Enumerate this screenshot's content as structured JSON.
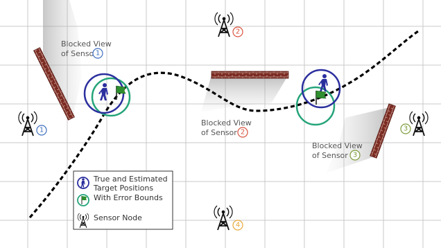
{
  "colors": {
    "grid": "#c9c9c9",
    "path": "#000000",
    "wall": "#7a2a20",
    "brick_line": "#caa39c",
    "true_pos": "#2b2f9e",
    "est_pos": "#25a47a",
    "flag": "#2f8f2f",
    "sensor_1": "#3f6fbf",
    "sensor_2": "#d9533f",
    "sensor_3": "#7c9c3a",
    "sensor_4": "#e8a83a"
  },
  "annotations": {
    "blocked_1_line1": "Blocked View",
    "blocked_1_line2": "of Sensor",
    "blocked_1_num": "1",
    "blocked_2_line1": "Blocked View",
    "blocked_2_line2": "of Sensor",
    "blocked_2_num": "2",
    "blocked_3_line1": "Blocked View",
    "blocked_3_line2": "of Sensor",
    "blocked_3_num": "3"
  },
  "sensors": [
    {
      "id": "1",
      "icon": "radio-tower-icon"
    },
    {
      "id": "2",
      "icon": "radio-tower-icon"
    },
    {
      "id": "3",
      "icon": "radio-tower-icon"
    },
    {
      "id": "4",
      "icon": "radio-tower-icon"
    }
  ],
  "legend": {
    "item1_line1": "True and Estimated",
    "item1_line2": "Target Positions",
    "item2_line1": "With Error Bounds",
    "item3": "Sensor Node"
  }
}
